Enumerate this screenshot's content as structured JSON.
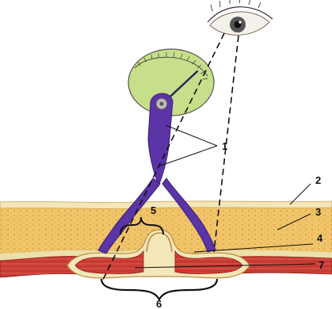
{
  "labels": {
    "l1": "1",
    "l2": "2",
    "l3": "3",
    "l4": "4",
    "l5": "5",
    "l6": "6",
    "l7": "7"
  },
  "colors": {
    "background": "#ffffff",
    "skin": "#f3e6b9",
    "fat": "#f0c56a",
    "fat_dot": "#d58a2b",
    "muscle": "#c73a32",
    "muscle_dark": "#8f1c1c",
    "fascia": "#e9d99a",
    "caliper": "#5b34a6",
    "caliper_dark": "#3a1f78",
    "dial": "#c7de8a",
    "eye_iris": "#555555"
  },
  "icons": {
    "eye": "eye-icon",
    "caliper": "skinfold-caliper-icon",
    "dial": "caliper-dial-icon"
  }
}
